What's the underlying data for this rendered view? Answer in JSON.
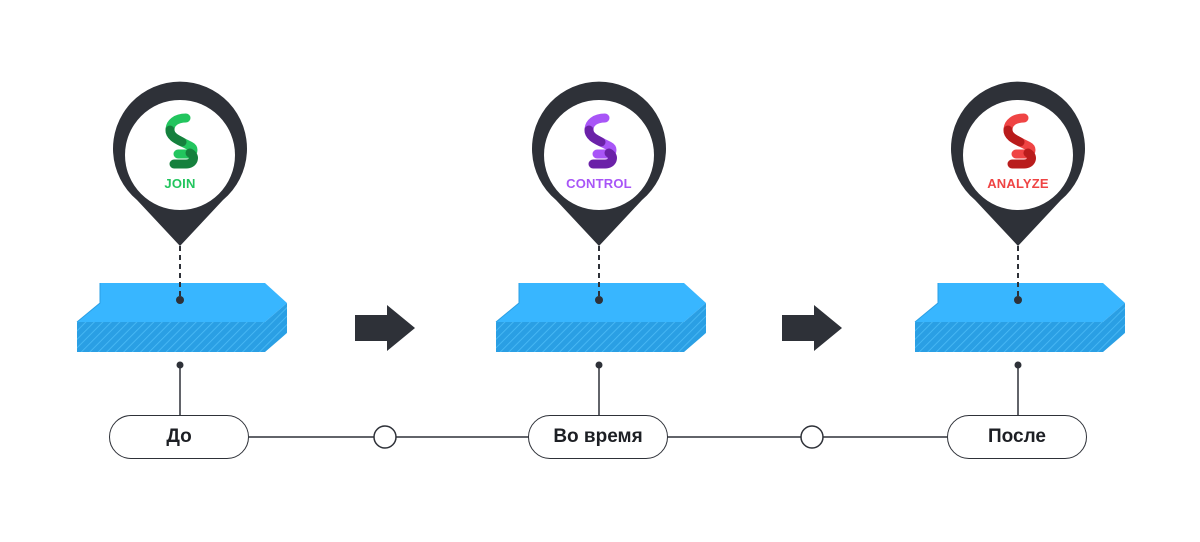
{
  "stages": [
    {
      "logo_label": "JOIN",
      "stage_label": "До",
      "logo_color": "#22c55e",
      "logo_shade": "#15803d"
    },
    {
      "logo_label": "CONTROL",
      "stage_label": "Во время",
      "logo_color": "#a855f7",
      "logo_shade": "#6b21a8"
    },
    {
      "logo_label": "ANALYZE",
      "stage_label": "После",
      "logo_color": "#ef4444",
      "logo_shade": "#b91c1c"
    }
  ],
  "colors": {
    "pin": "#2e3138",
    "slab_top": "#38b6ff",
    "slab_side": "#2a9fe4",
    "arrow": "#2e3138",
    "timeline": "#2e3138"
  },
  "icons": {
    "pin": "map-pin-icon",
    "logo": "s-brand-logo",
    "arrow": "arrow-right-icon",
    "node": "timeline-node-circle"
  }
}
